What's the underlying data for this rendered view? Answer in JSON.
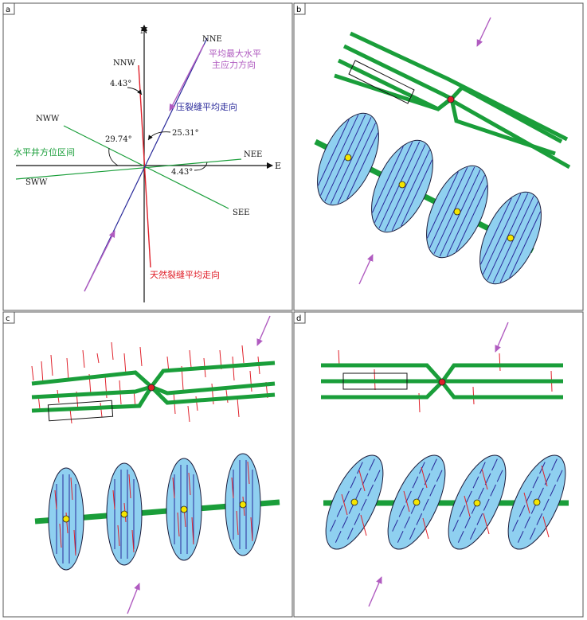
{
  "colors": {
    "green": "#1a9e3a",
    "purple": "#b05bc0",
    "red": "#e0202a",
    "blue": "#2a2a9a",
    "ellipse_fill": "#8fd0f0",
    "ellipse_stroke": "#1a1a3a",
    "well": "#f5e500"
  },
  "panel_a": {
    "label": "a",
    "north": "N",
    "east": "E",
    "nnw": "NNW",
    "nne": "NNE",
    "nww": "NWW",
    "nee": "NEE",
    "sww": "SWW",
    "see": "SEE",
    "angle_nnw": "4.43°",
    "angle_nne": "25.31°",
    "angle_nww": "29.74°",
    "angle_nee": "4.43°",
    "stress_line1": "平均最大水平",
    "stress_line2": "主应力方向",
    "compress": "压裂缝平均走向",
    "azimuth_range": "水平井方位区间",
    "natural": "天然裂缝平均走向"
  },
  "panel_b": {
    "label": "b"
  },
  "panel_c": {
    "label": "c"
  },
  "panel_d": {
    "label": "d"
  }
}
